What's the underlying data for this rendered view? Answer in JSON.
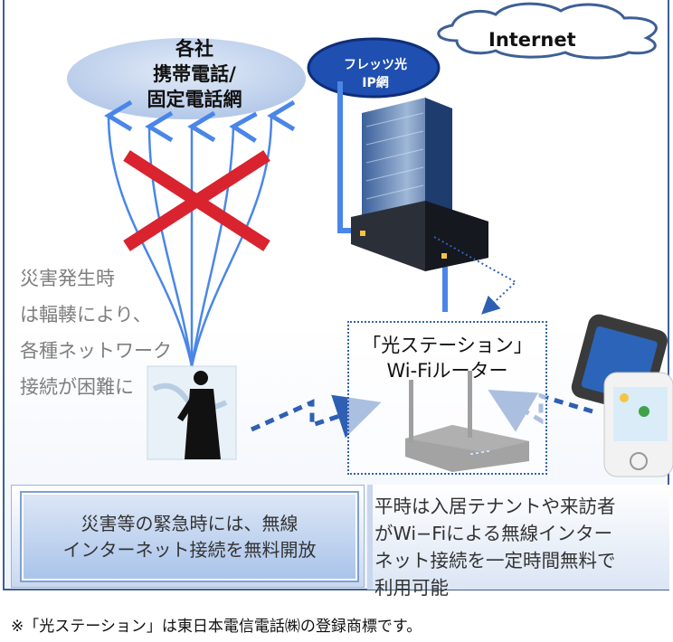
{
  "carrier_network": {
    "line1": "各社",
    "line2": "携帯電話/",
    "line3": "固定電話網"
  },
  "internet": {
    "label": "Internet"
  },
  "flets": {
    "line1": "フレッツ光",
    "line2": "IP網"
  },
  "disaster_note": {
    "line1": "災害発生時",
    "line2": "は輻輳により、",
    "line3": "各種ネットワーク",
    "line4": "接続が困難に"
  },
  "router": {
    "line1": "「光ステーション」",
    "line2": "Wi-Fiルーター"
  },
  "emergency_box": {
    "line1": "災害等の緊急時には、無線",
    "line2": "インターネット接続を無料開放"
  },
  "normal_box": {
    "line1": "平時は入居テナントや来訪者",
    "line2": "がWi−Fiによる無線インター",
    "line3": "ネット接続を一定時間無料で",
    "line4": "利用可能"
  },
  "footnote": "※「光ステーション」は東日本電信電話㈱の登録商標です。",
  "colors": {
    "frame": "#3e5f96",
    "arrow_blue": "#4a86e8",
    "cross_red": "#d9232f",
    "dashed_blue": "#2f5fb3"
  }
}
